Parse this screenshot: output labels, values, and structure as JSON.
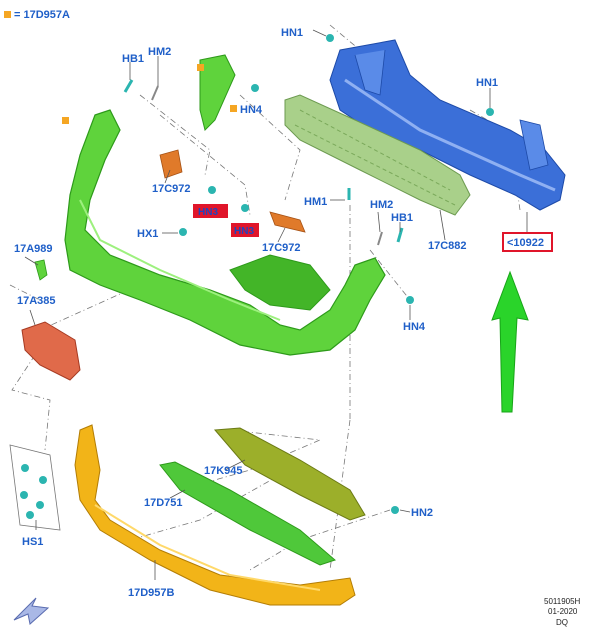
{
  "legend": {
    "text": "= 17D957A",
    "color": "#f5a623"
  },
  "labels": {
    "hn1_top": "HN1",
    "hb1_left": "HB1",
    "hm2_left": "HM2",
    "hn4_top": "HN4",
    "hn1_right": "HN1",
    "c972_left": "17C972",
    "hn3": "HN3",
    "hn3b": "HN3",
    "hm1": "HM1",
    "hm2_right": "HM2",
    "hb1_right": "HB1",
    "hx1": "HX1",
    "c972_right": "17C972",
    "c882": "17C882",
    "ref10922": "<10922",
    "a989": "17A989",
    "a385": "17A385",
    "hn4_right": "HN4",
    "k945": "17K945",
    "d751": "17D751",
    "hn2": "HN2",
    "hs1": "HS1",
    "d957b": "17D957B"
  },
  "footer": {
    "line1": "5011905H",
    "line2": "01-2020",
    "line3": "DQ"
  },
  "colors": {
    "bumper": "#5fd33c",
    "beam": "#3b6fd8",
    "absorber": "#9ccc7a",
    "valance": "#f2b418",
    "bracket": "#e07a2a",
    "plate": "#e06a4a",
    "arrow": "#2ad42a",
    "highlight": "#e0152a",
    "clip": "#2bb5b0"
  }
}
